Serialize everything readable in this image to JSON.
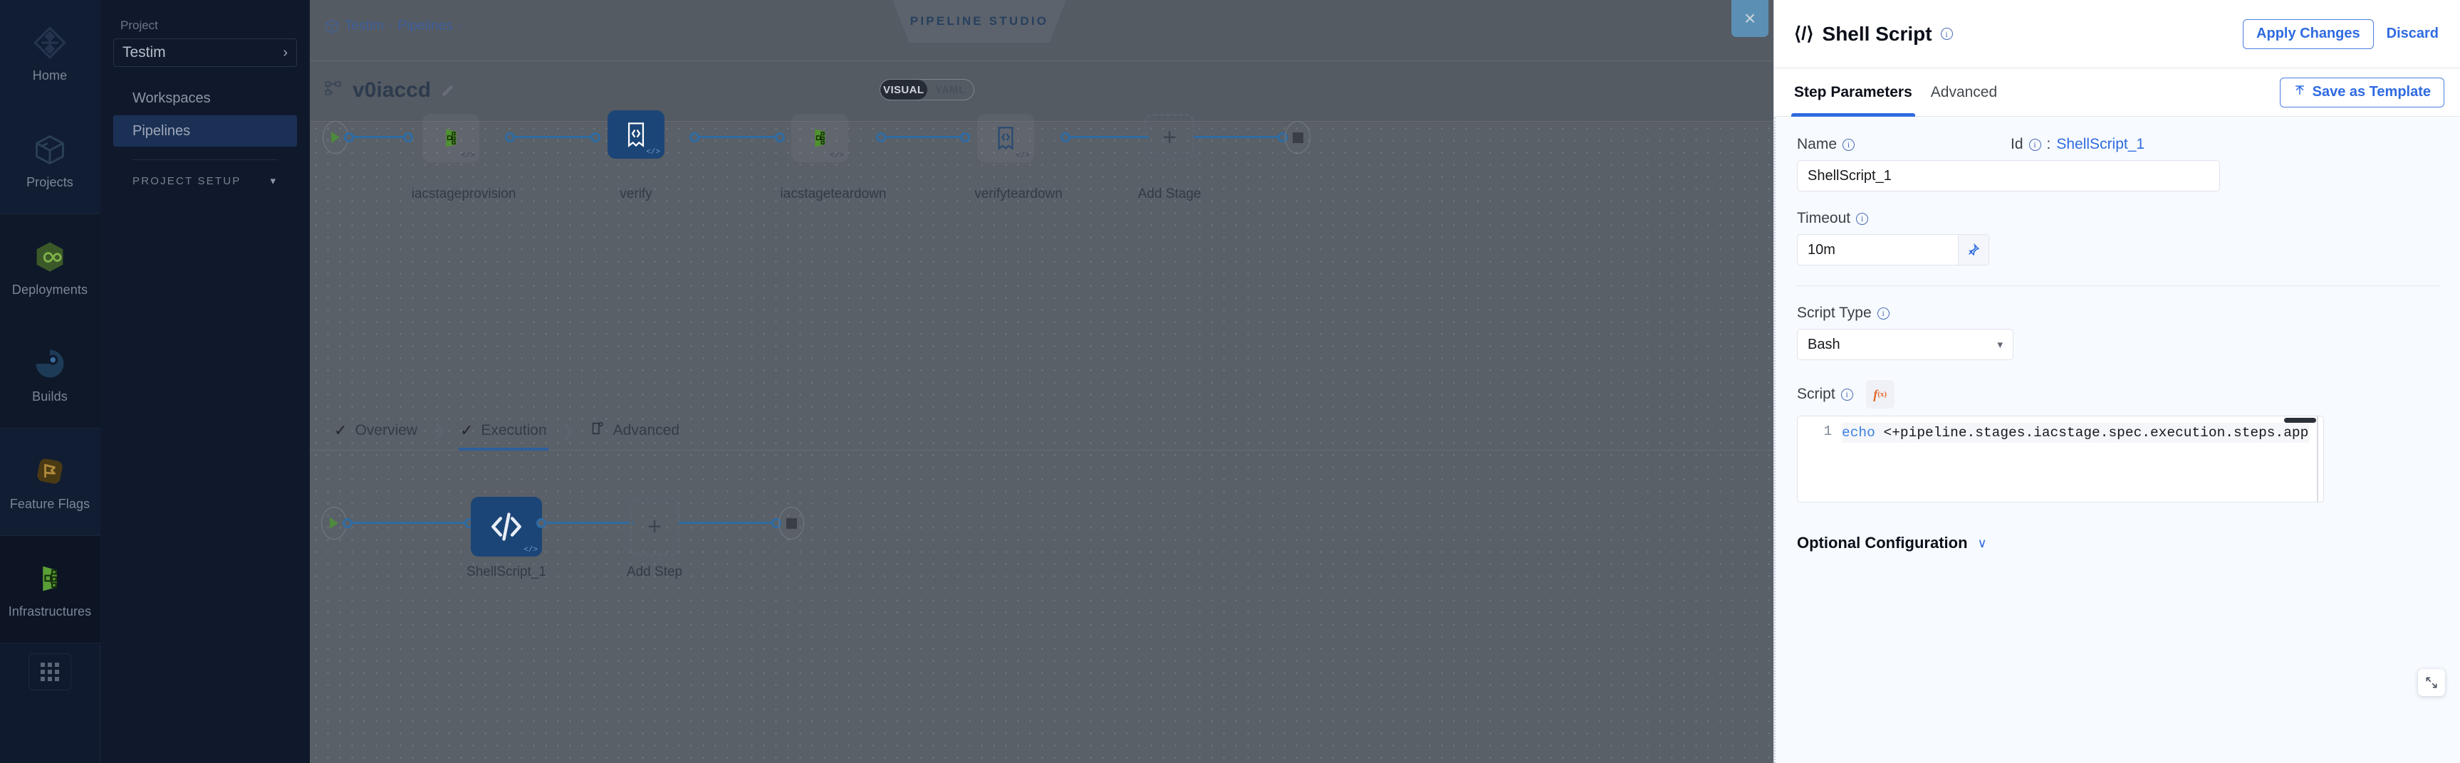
{
  "icon_rail": {
    "items": [
      {
        "label": "Home",
        "icon": "home-diamond-icon"
      },
      {
        "label": "Projects",
        "icon": "box-icon"
      },
      {
        "label": "Deployments",
        "icon": "infinity-hexagon-icon"
      },
      {
        "label": "Builds",
        "icon": "build-donut-icon"
      },
      {
        "label": "Feature Flags",
        "icon": "flag-icon"
      },
      {
        "label": "Infrastructures",
        "icon": "infrastructure-icon"
      }
    ],
    "grid_button": "app-grid-icon"
  },
  "sidebar": {
    "caption": "Project",
    "project_name": "Testim",
    "nav_items": [
      {
        "label": "Workspaces",
        "active": false
      },
      {
        "label": "Pipelines",
        "active": true
      }
    ],
    "setup_label": "PROJECT SETUP"
  },
  "topbar": {
    "breadcrumb": [
      "Testim",
      "Pipelines"
    ],
    "separator": "›",
    "studio_badge": "PIPELINE STUDIO",
    "close_label": "×"
  },
  "subbar": {
    "pipeline_name": "v0iaccd",
    "edit_icon": "pencil-icon",
    "modes": [
      {
        "label": "VISUAL",
        "selected": true
      },
      {
        "label": "YAML",
        "selected": false
      }
    ]
  },
  "graph": {
    "stages": [
      {
        "label": "iacstageprovision",
        "icon": "infrastructure-icon",
        "selected": false
      },
      {
        "label": "verify",
        "icon": "custom-stage-icon",
        "selected": true
      },
      {
        "label": "iacstageteardown",
        "icon": "infrastructure-icon",
        "selected": false
      },
      {
        "label": "verifyteardown",
        "icon": "custom-stage-icon",
        "selected": false
      }
    ],
    "add_stage_label": "Add Stage",
    "add_plus": "+"
  },
  "workflow_tabs": [
    {
      "label": "Overview",
      "state": "done",
      "active": false
    },
    {
      "label": "Execution",
      "state": "done",
      "active": true
    },
    {
      "label": "Advanced",
      "state": "icon",
      "active": false
    }
  ],
  "steps": {
    "items": [
      {
        "label": "ShellScript_1",
        "icon": "code-icon",
        "selected": true
      }
    ],
    "add_step_label": "Add Step",
    "add_plus": "+"
  },
  "panel": {
    "title": "Shell Script",
    "title_icon": "code-brackets-icon",
    "apply_label": "Apply Changes",
    "discard_label": "Discard",
    "tabs": [
      {
        "label": "Step Parameters",
        "active": true
      },
      {
        "label": "Advanced",
        "active": false
      }
    ],
    "save_template_label": "Save as Template",
    "save_template_icon": "upload-arrow-icon",
    "name_label": "Name",
    "name_value": "ShellScript_1",
    "id_label": "Id",
    "id_separator": ":",
    "id_value": "ShellScript_1",
    "timeout_label": "Timeout",
    "timeout_value": "10m",
    "pin_icon": "pin-icon",
    "script_type_label": "Script Type",
    "script_type_value": "Bash",
    "script_label": "Script",
    "fx_label": "f",
    "fx_sub": "(x)",
    "script_line_number": "1",
    "script_code_keyword": "echo",
    "script_code_rest": " <+pipeline.stages.iacstage.spec.execution.steps.appl",
    "expand_icon": "expand-arrows-icon",
    "optional_config_label": "Optional Configuration",
    "optional_config_chevron": "∨"
  },
  "colors": {
    "accent_blue": "#2f6be0",
    "selected_node": "#1b4576",
    "connector": "#2e6ca4",
    "sidebar_active": "#1b3055",
    "close_button": "#5b90b4",
    "fx_orange": "#e4692a"
  }
}
